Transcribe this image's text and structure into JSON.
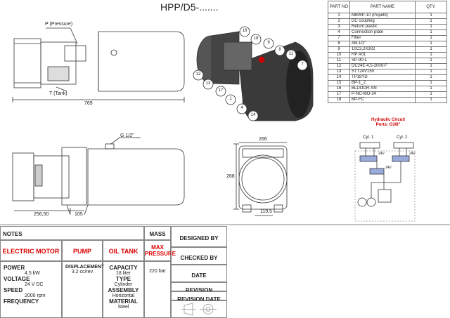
{
  "drawing": {
    "title": "HPP/D5-.......",
    "labels": {
      "pressure": "P (Pressure)",
      "tank": "T (Tank)",
      "length": "769",
      "g_port": "G 1/2\"",
      "dim_a": "256,50",
      "dim_b": "105",
      "dim_w": "266",
      "dim_h": "268",
      "dim_c": "119,5"
    },
    "balloons": [
      "16",
      "18",
      "9",
      "8",
      "11",
      "7",
      "12",
      "13",
      "17",
      "1",
      "4",
      "14"
    ]
  },
  "parts_table": {
    "headers": [
      "PART NO",
      "PART NAME",
      "QTY."
    ],
    "rows": [
      [
        "1",
        "MBWP-10 (Popetti)",
        "1"
      ],
      [
        "2",
        "DC coupling",
        "1"
      ],
      [
        "3",
        "Return plastic",
        "1"
      ],
      [
        "4",
        "Connection plate",
        "1"
      ],
      [
        "7",
        "Filter",
        "1"
      ],
      [
        "8",
        "AB-1/2\"",
        "1"
      ],
      [
        "9",
        "10C3,2X302",
        "1"
      ],
      [
        "10",
        "HP A01",
        "1"
      ],
      [
        "11",
        "SP-90-L",
        "1"
      ],
      [
        "12",
        "DC24E-4,5-2000-F",
        "1"
      ],
      [
        "13",
        "STT24V150",
        "1"
      ],
      [
        "14",
        "TP18YD",
        "1"
      ],
      [
        "15",
        "BP-1_2",
        "1"
      ],
      [
        "16",
        "BLDOOR-SN",
        "1"
      ],
      [
        "17",
        "P-NC-MO-24",
        "1"
      ],
      [
        "18",
        "BP-FC",
        "1"
      ]
    ]
  },
  "circuit": {
    "title": "Hydraulic Circuit",
    "subtitle": "Ports: G3/8\"",
    "cyl1": "Cyl. 1",
    "cyl2": "Cyl. 2",
    "v1": "24V",
    "v2": "24V",
    "v3": "24V"
  },
  "spec": {
    "notes": "NOTES",
    "mass": "MASS",
    "designed_by": "DESIGNED BY",
    "checked_by": "CHECKED BY",
    "date": "DATE",
    "revision": "REVISION",
    "revision_date": "REVISION DATE",
    "electric_motor": "ELECTRIC MOTOR",
    "pump": "PUMP",
    "oil_tank": "OIL TANK",
    "max_pressure": "MAX PRESSURE",
    "power_label": "POWER",
    "power_value": "4.5 kW",
    "voltage_label": "VOLTAGE",
    "voltage_value": "24 V DC",
    "speed_label": "SPEED",
    "speed_value": "2000 rpm",
    "frequency_label": "FREQUENCY",
    "displacement_label": "DISPLACEMENT",
    "displacement_value": "3.2 cc/rev",
    "capacity_label": "CAPACITY",
    "capacity_value": "18 liter",
    "type_label": "TYPE",
    "type_value": "Cylinder",
    "assembly_label": "ASSEMBLY",
    "assembly_value": "Horizontal",
    "material_label": "MATERIAL",
    "material_value": "Steel",
    "pressure_value": "220 bar"
  }
}
